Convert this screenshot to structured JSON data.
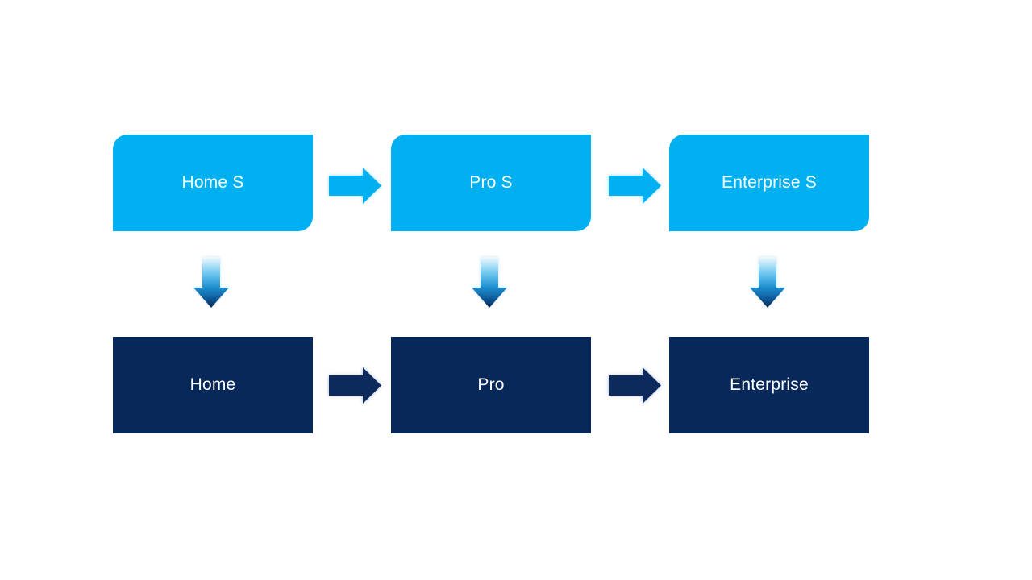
{
  "canvas": {
    "background": "#FFFFFF"
  },
  "diagram": {
    "type": "edition-upgrade-flow",
    "columns": [
      {
        "top": {
          "label": "Home S"
        },
        "bottom": {
          "label": "Home"
        }
      },
      {
        "top": {
          "label": "Pro S"
        },
        "bottom": {
          "label": "Pro"
        }
      },
      {
        "top": {
          "label": "Enterprise S"
        },
        "bottom": {
          "label": "Enterprise"
        }
      }
    ],
    "colors": {
      "background": "#FFFFFF",
      "box_top": "#00B0F0",
      "box_bottom": "#08285A",
      "text": "#FFFFFF",
      "arrow_top": "#00B0F0",
      "arrow_bottom": "#0A2B5C",
      "glow_top": "#8EDCFB",
      "glow_bottom": "#A6B2CC",
      "glow_down": "#BBDDF3",
      "down_arrow_top": "#F2FAFE",
      "down_arrow_light": "#6CC6EF",
      "down_arrow_mid": "#1D8FD0",
      "down_arrow_deep": "#0F5A99",
      "down_arrow_bottom": "#0A2750"
    }
  }
}
